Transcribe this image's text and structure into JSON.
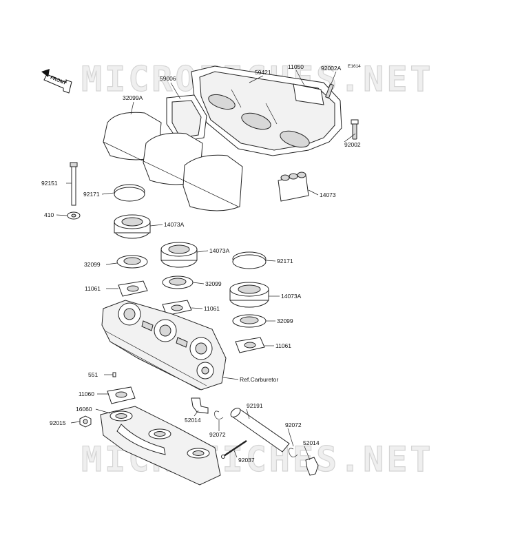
{
  "diagram": {
    "ref_code": "E1614",
    "front_label": "FRONT",
    "watermark": "MICROFICHES.NET",
    "parts": {
      "p59006": "59006",
      "p59421": "59421",
      "p11050": "11050",
      "p92002A": "92002A",
      "p32099A": "32099A",
      "p92002": "92002",
      "p92151": "92151",
      "p92171_a": "92171",
      "p14073": "14073",
      "p410": "410",
      "p14073A_a": "14073A",
      "p14073A_b": "14073A",
      "p92171_b": "92171",
      "p32099_a": "32099",
      "p32099_b": "32099",
      "p11061_a": "11061",
      "p11061_b": "11061",
      "p14073A_c": "14073A",
      "p32099_c": "32099",
      "p11061_c": "11061",
      "p551": "551",
      "ref_carb": "Ref.Carburetor",
      "p11060": "11060",
      "p16060": "16060",
      "p92015": "92015",
      "p52014_a": "52014",
      "p92191": "92191",
      "p92072_a": "92072",
      "p92072_b": "92072",
      "p52014_b": "52014",
      "p92037": "92037"
    }
  }
}
